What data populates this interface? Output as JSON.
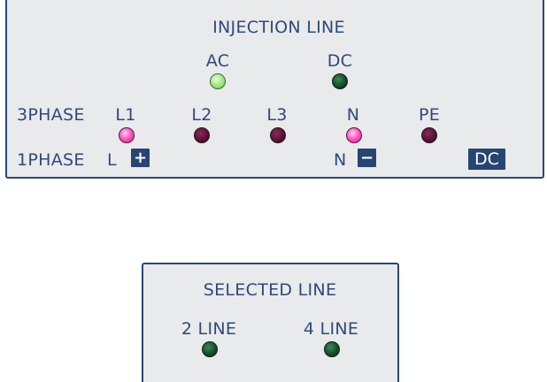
{
  "injection": {
    "title": "INJECTION LINE",
    "ac_label": "AC",
    "dc_label": "DC",
    "row_3phase_label": "3PHASE",
    "row_1phase_label": "1PHASE",
    "l1_label": "L1",
    "l2_label": "L2",
    "l3_label": "L3",
    "n_label": "N",
    "pe_label": "PE",
    "l_label": "L",
    "plus_button": "+",
    "n2_label": "N",
    "minus_button": "−",
    "dc_button": "DC"
  },
  "indicators": {
    "ac": "on",
    "dc": "off",
    "l1": "on",
    "l2": "off",
    "l3": "off",
    "n": "on",
    "pe": "off"
  },
  "selected": {
    "title": "SELECTED LINE",
    "line2_label": "2 LINE",
    "line4_label": "4 LINE",
    "line2_indicator": "off",
    "line4_indicator": "off"
  },
  "colors": {
    "frame": "#2b4677",
    "text": "#2e4a7c",
    "panel_bg": "#e9eaeb",
    "led_green_on": "#a6ec8a",
    "led_green_off": "#0f4a25",
    "led_pink_on": "#ff5cc2",
    "led_pink_off": "#5a0f33"
  }
}
